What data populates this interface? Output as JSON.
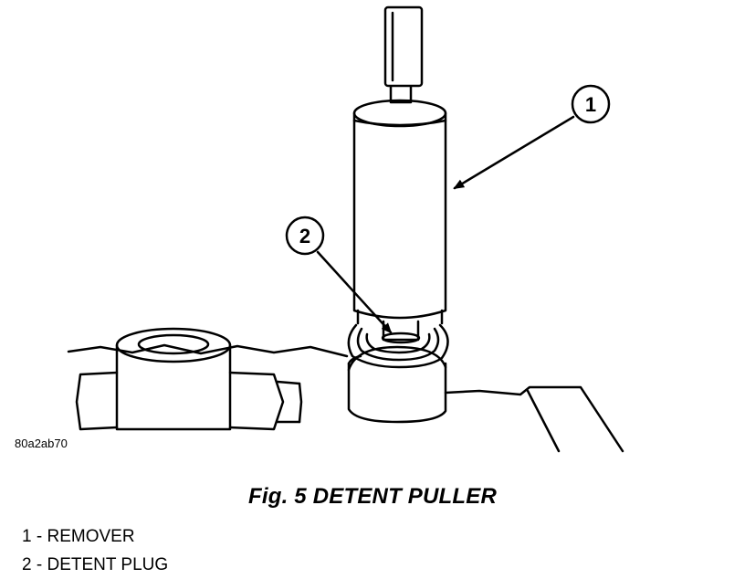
{
  "figure": {
    "image_code": "80a2ab70",
    "caption": "Fig. 5 DETENT PULLER",
    "callouts": [
      {
        "number": "1",
        "label": "REMOVER"
      },
      {
        "number": "2",
        "label": "DETENT PLUG"
      }
    ],
    "legend": [
      {
        "number": "1",
        "separator": "-",
        "label": "REMOVER"
      },
      {
        "number": "2",
        "separator": "-",
        "label": "DETENT PLUG"
      }
    ]
  }
}
